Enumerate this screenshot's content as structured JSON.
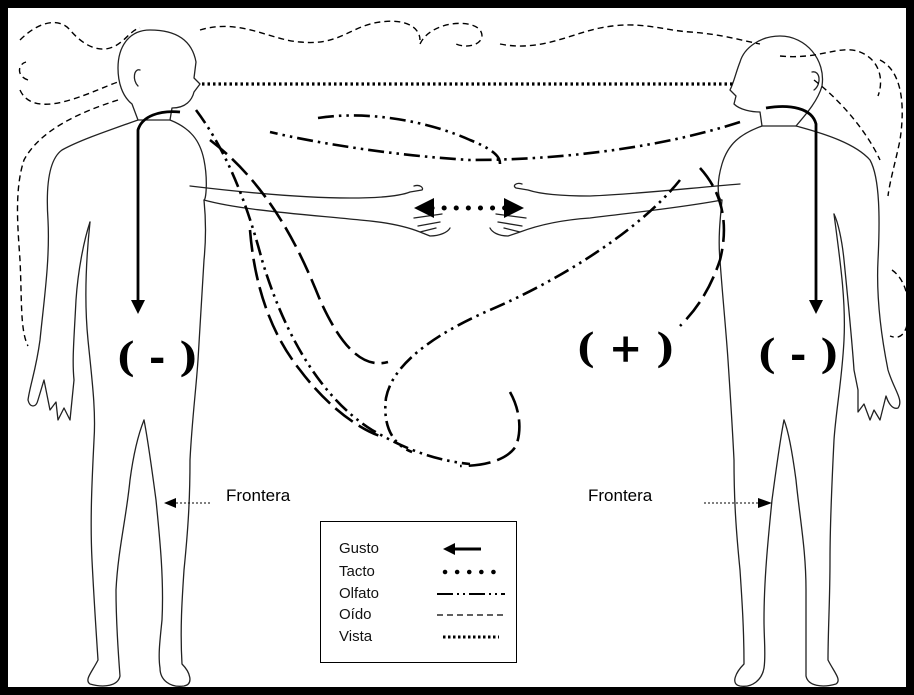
{
  "signs": {
    "left": "( - )",
    "center": "( + )",
    "right": "( - )"
  },
  "boundary": {
    "left_label": "Frontera",
    "right_label": "Frontera"
  },
  "legend": {
    "items": [
      {
        "label": "Gusto",
        "line_style": "solid-arrow"
      },
      {
        "label": "Tacto",
        "line_style": "large-dots"
      },
      {
        "label": "Olfato",
        "line_style": "dash-dot-dot"
      },
      {
        "label": "Oído",
        "line_style": "dashed"
      },
      {
        "label": "Vista",
        "line_style": "dotted"
      }
    ]
  },
  "colors": {
    "ink": "#000000",
    "background": "#ffffff"
  }
}
